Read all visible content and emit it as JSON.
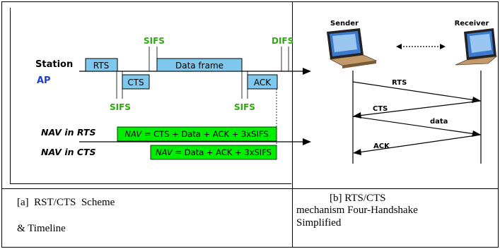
{
  "left_diagram": {
    "labels": {
      "station": "Station",
      "ap": "AP",
      "sifs": "SIFS",
      "difs": "DIFS",
      "nav_in_rts": "NAV in RTS",
      "nav_in_cts": "NAV in CTS"
    },
    "frames": {
      "rts": "RTS",
      "cts": "CTS",
      "data": "Data frame",
      "ack": "ACK"
    },
    "nav": {
      "rts_prefix": "NAV",
      "rts_rest": " = CTS + Data + ACK + 3xSIFS",
      "cts_prefix": "NAV",
      "cts_rest": " = Data + ACK + 3xSIFS"
    },
    "colors": {
      "frame": "#7ec8ee",
      "nav": "#00ee00",
      "sifs": "#2eaa10",
      "ap": "#1e3ecc"
    }
  },
  "right_diagram": {
    "sender": "Sender",
    "receiver": "Receiver",
    "messages": {
      "rts": "RTS",
      "cts": "CTS",
      "data": "data",
      "ack": "ACK"
    }
  },
  "captions": {
    "left_line1": "[a]  RST/CTS  Scheme",
    "left_line2": "& Timeline",
    "right_line1": "[b] RTS/CTS",
    "right_line2": "mechanism Four-Handshake",
    "right_line3": "Simplified"
  }
}
